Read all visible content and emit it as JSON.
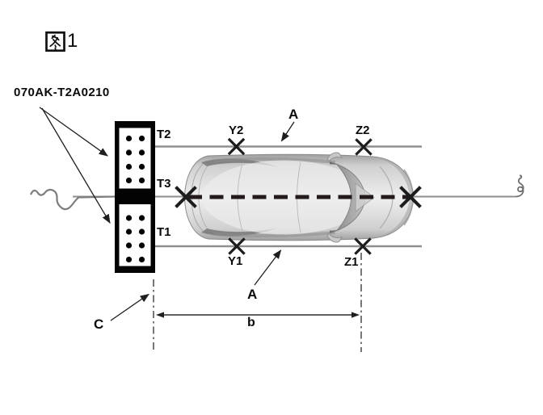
{
  "figure_title": {
    "text": "图1",
    "digit": "1"
  },
  "part_number": "070AK-T2A0210",
  "points": {
    "t2": "T2",
    "t3": "T3",
    "t1": "T1",
    "y2": "Y2",
    "y1": "Y1",
    "z2": "Z2",
    "z1": "Z1"
  },
  "annotations": {
    "a_top": "A",
    "a_bottom": "A",
    "c": "C",
    "b_dim": "b"
  },
  "colors": {
    "background": "#ffffff",
    "reference_line_gray": "#8f8f8f",
    "centerline_dash_black": "#231b1b",
    "mark_black": "#1c1c1c",
    "target_board_black": "#000000",
    "car_body_gray": "#d9d9d9"
  }
}
